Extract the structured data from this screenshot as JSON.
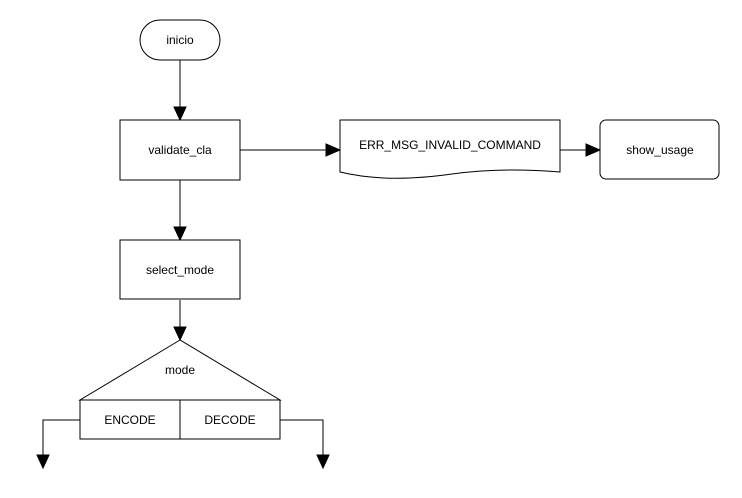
{
  "diagram": {
    "nodes": {
      "start": {
        "label": "inicio",
        "shape": "terminator"
      },
      "validate": {
        "label": "validate_cla",
        "shape": "process"
      },
      "error_message": {
        "label": "ERR_MSG_INVALID_COMMAND",
        "shape": "document"
      },
      "show_usage": {
        "label": "show_usage",
        "shape": "rounded-process"
      },
      "select_mode": {
        "label": "select_mode",
        "shape": "process"
      },
      "mode_switch": {
        "label": "mode",
        "shape": "switch-header"
      },
      "encode_case": {
        "label": "ENCODE",
        "shape": "case"
      },
      "decode_case": {
        "label": "DECODE",
        "shape": "case"
      }
    },
    "edges": [
      {
        "from": "start",
        "to": "validate"
      },
      {
        "from": "validate",
        "to": "error_message"
      },
      {
        "from": "error_message",
        "to": "show_usage"
      },
      {
        "from": "validate",
        "to": "select_mode"
      },
      {
        "from": "select_mode",
        "to": "mode_switch"
      },
      {
        "from": "encode_case",
        "to": ""
      },
      {
        "from": "decode_case",
        "to": ""
      }
    ],
    "colors": {
      "stroke": "#000000",
      "fill": "#ffffff",
      "background": "#ffffff",
      "text": "#000000"
    }
  }
}
